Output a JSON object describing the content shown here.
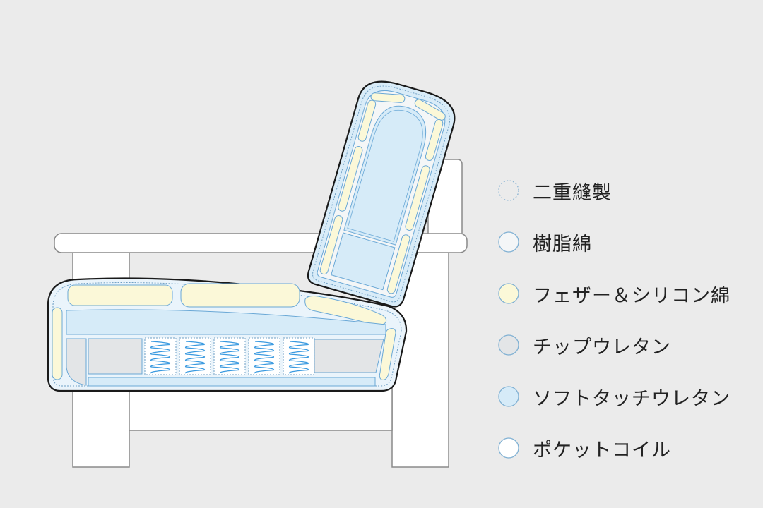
{
  "legend": {
    "items": [
      {
        "key": "double-stitch",
        "label": "二重縫製",
        "fill": "#ebebeb",
        "stroke": "#8fb6d4",
        "dashed": true
      },
      {
        "key": "resin-cotton",
        "label": "樹脂綿",
        "fill": "#f4f6f7",
        "stroke": "#7fb0d3",
        "dashed": false
      },
      {
        "key": "feather-silicone",
        "label": "フェザー＆シリコン綿",
        "fill": "#fbf8d8",
        "stroke": "#7fb0d3",
        "dashed": false
      },
      {
        "key": "chip-urethane",
        "label": "チップウレタン",
        "fill": "#e3e5e7",
        "stroke": "#7fb0d3",
        "dashed": false
      },
      {
        "key": "soft-touch-urethane",
        "label": "ソフトタッチウレタン",
        "fill": "#d6ebf8",
        "stroke": "#7fb0d3",
        "dashed": false
      },
      {
        "key": "pocket-coil",
        "label": "ポケットコイル",
        "fill": "#ffffff",
        "stroke": "#7fb0d3",
        "dashed": false
      }
    ]
  },
  "colors": {
    "background": "#ebebeb",
    "frame_fill": "#ffffff",
    "frame_stroke": "#8a8a8a",
    "cushion_outline": "#1a1a1a",
    "material_stroke": "#6aa8d6",
    "stitch": "#6f9fc4",
    "coil": "#3a9ae0"
  }
}
